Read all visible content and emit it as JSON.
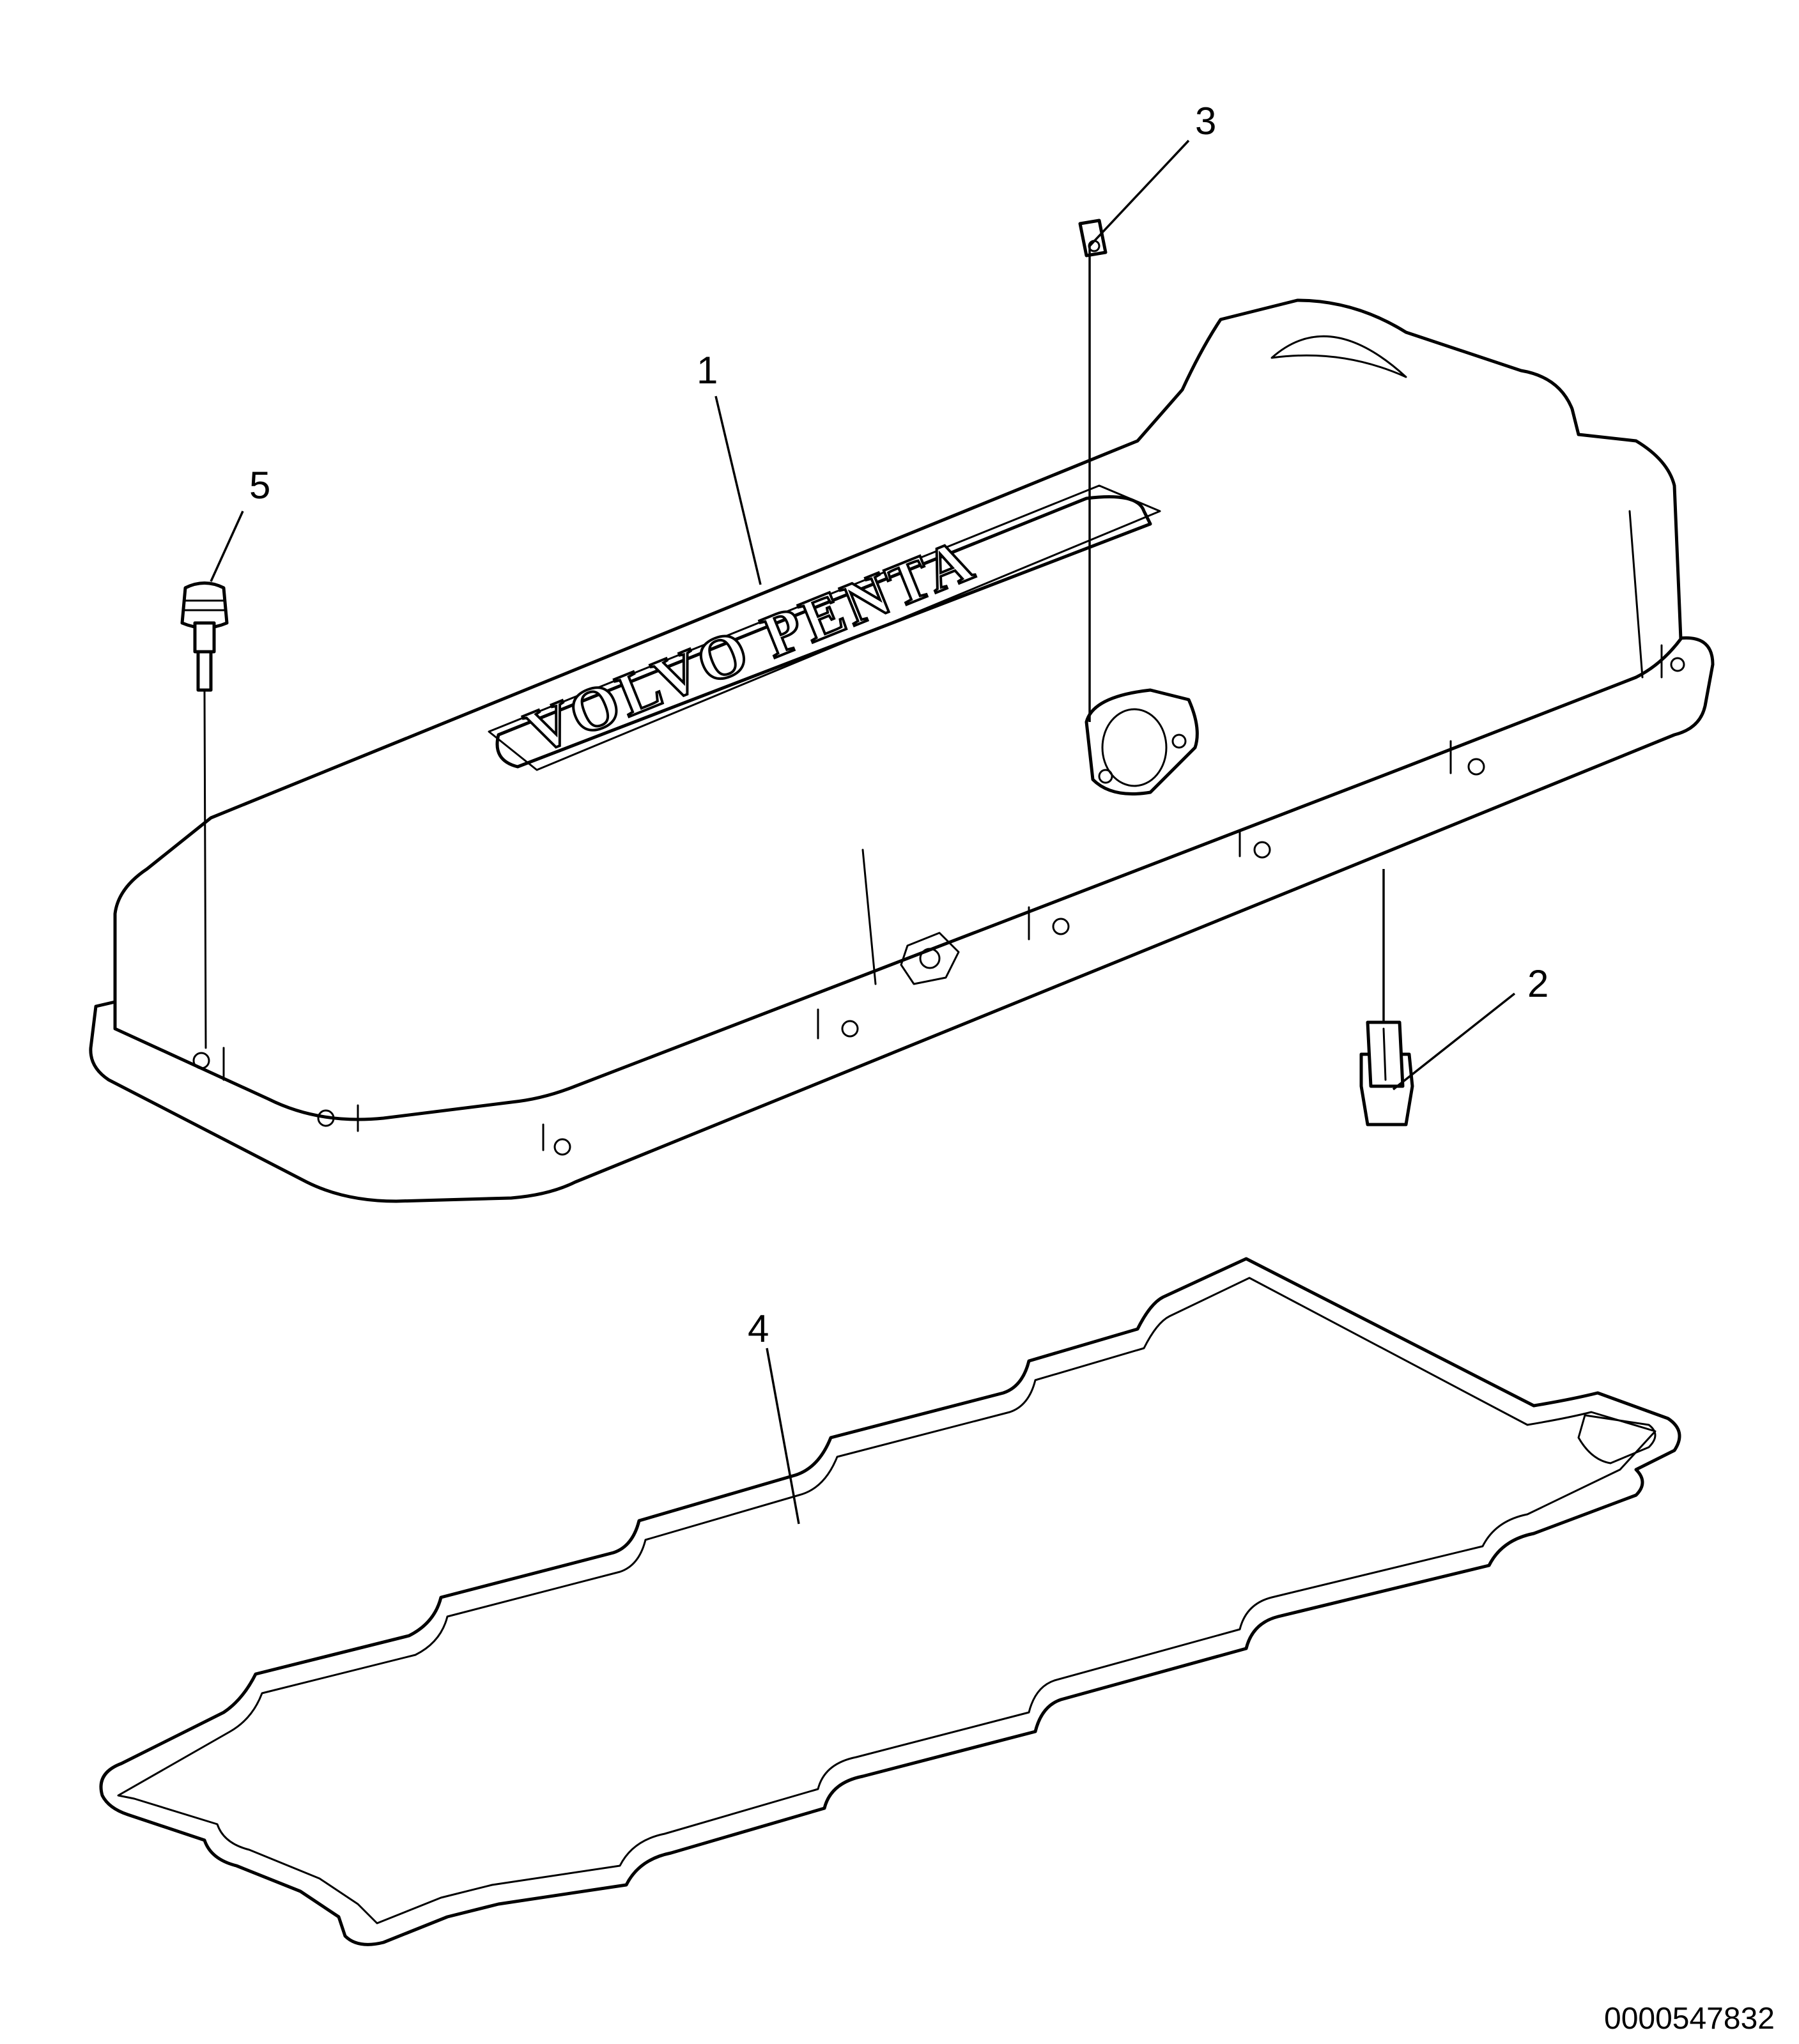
{
  "figure_id": "0000547832",
  "emboss_text": "VOLVO PENTA",
  "callouts": [
    {
      "number": "1",
      "part": "valve-cover"
    },
    {
      "number": "2",
      "part": "clip"
    },
    {
      "number": "3",
      "part": "clip-small"
    },
    {
      "number": "4",
      "part": "gasket"
    },
    {
      "number": "5",
      "part": "stud-bolt"
    }
  ],
  "colors": {
    "line": "#000000",
    "background": "#ffffff"
  }
}
